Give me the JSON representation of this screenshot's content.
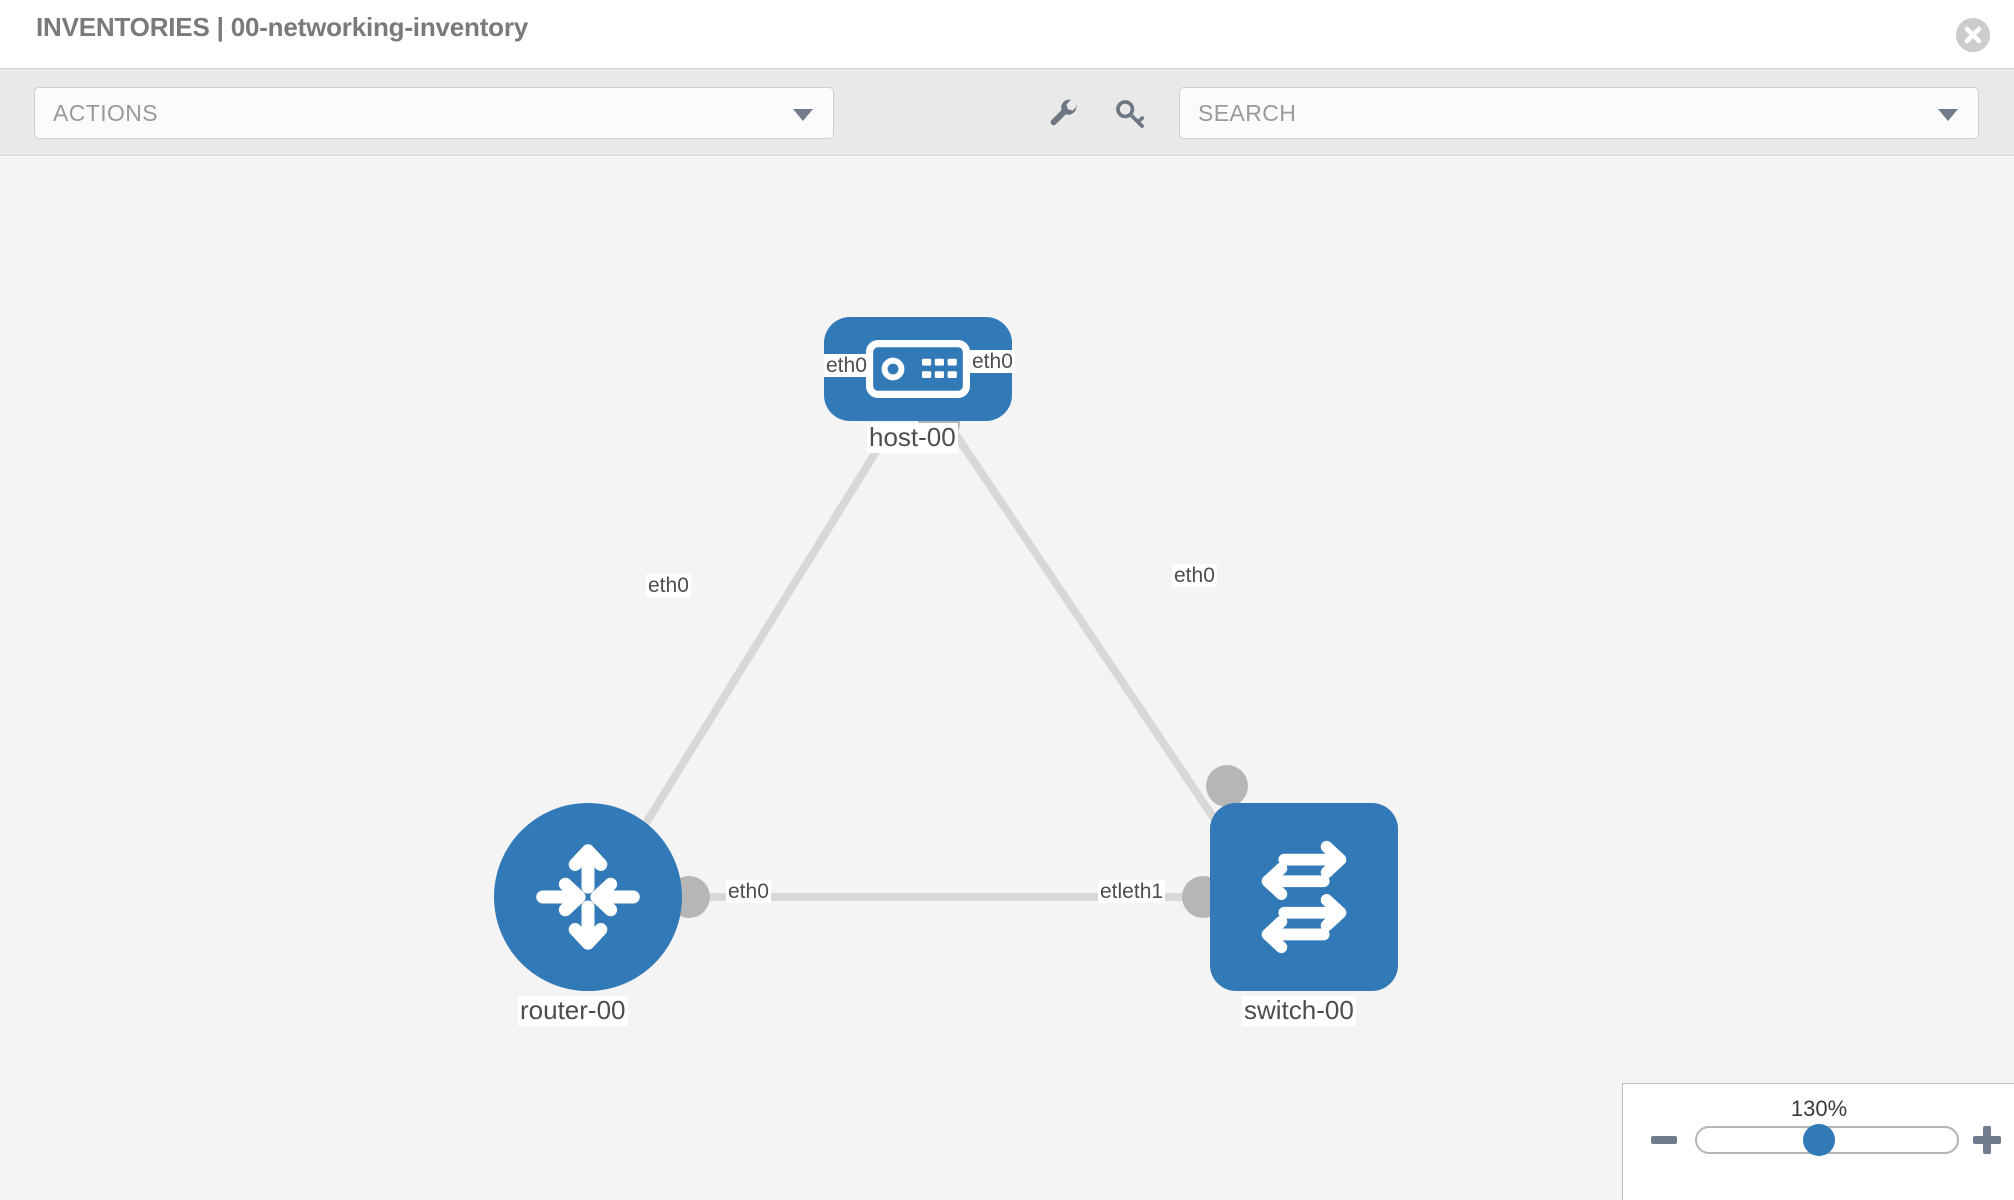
{
  "header": {
    "title": "INVENTORIES | 00-networking-inventory",
    "close_icon": "close-circle-icon"
  },
  "toolbar": {
    "actions_label": "ACTIONS",
    "actions_caret_icon": "chevron-down-icon",
    "wrench_icon": "wrench-icon",
    "key_icon": "key-icon",
    "search_placeholder": "SEARCH",
    "search_caret_icon": "chevron-down-icon"
  },
  "topology": {
    "nodes": [
      {
        "id": "host-00",
        "label": "host-00",
        "type": "host",
        "icon": "server-icon",
        "shape": "rounded-rect",
        "color": "#3279b7"
      },
      {
        "id": "router-00",
        "label": "router-00",
        "type": "router",
        "icon": "router-arrows-icon",
        "shape": "circle",
        "color": "#3279b7"
      },
      {
        "id": "switch-00",
        "label": "switch-00",
        "type": "switch",
        "icon": "switch-arrows-icon",
        "shape": "rounded-square",
        "color": "#3279b7"
      }
    ],
    "edges": [
      {
        "from": "host-00",
        "to": "router-00",
        "from_label": "eth0",
        "to_label": "eth0"
      },
      {
        "from": "host-00",
        "to": "switch-00",
        "from_label": "eth0",
        "to_label": "eth0"
      },
      {
        "from": "router-00",
        "to": "switch-00",
        "from_label": "eth0",
        "to_label": "eth0 eth1"
      }
    ],
    "edge_labels": {
      "host_left": "eth0",
      "host_right": "eth0",
      "router_upper": "eth0",
      "switch_upper": "eth0",
      "router_right": "eth0",
      "switch_left_overlap": "etleth1"
    },
    "edge_color": "#d8d8d8",
    "canvas_background": "#f4f4f4"
  },
  "zoom_control": {
    "percent": "130%",
    "minus_label": "−",
    "plus_label": "+",
    "value": 130,
    "min": 0,
    "max": 300
  }
}
